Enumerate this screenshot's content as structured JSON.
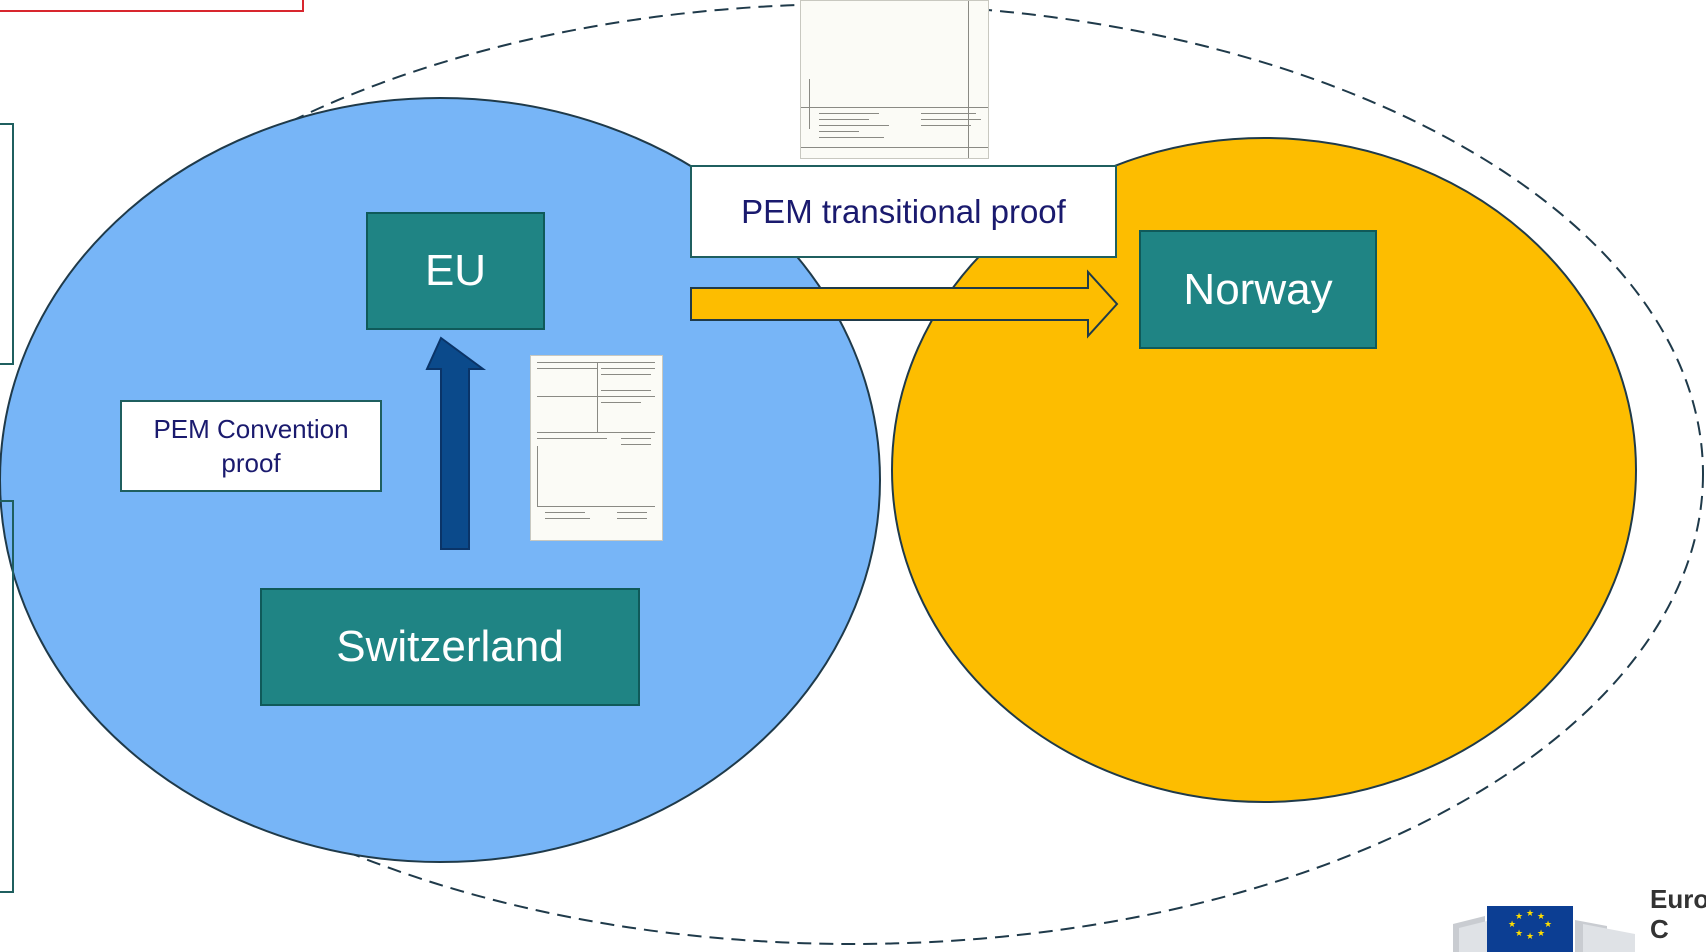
{
  "boxes": {
    "eu": "EU",
    "switzerland": "Switzerland",
    "norway": "Norway",
    "pem_transitional": "PEM transitional proof",
    "pem_convention_line1": "PEM Convention",
    "pem_convention_line2": "proof"
  },
  "logo": {
    "text_line1": "Europ",
    "text_line2": "C"
  },
  "colors": {
    "eu_ellipse": "#77b5f7",
    "norway_ellipse": "#fdbd00",
    "country_box": "#1f8484",
    "blue_arrow": "#0b4a8b",
    "orange_arrow": "#fdbd00"
  }
}
